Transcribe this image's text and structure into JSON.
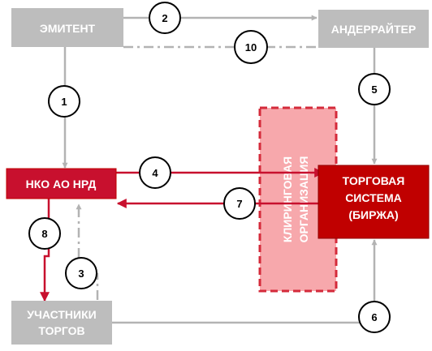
{
  "colors": {
    "gray_box": "#bdbdbd",
    "gray_line": "#b3b3b3",
    "red": "#c8102e",
    "dark_red": "#c00000",
    "pink": "#f7a8ac",
    "pink_border": "#d42a3a",
    "white": "#ffffff",
    "black": "#000000"
  },
  "boxes": {
    "issuer": "ЭМИТЕНТ",
    "underwriter": "АНДЕРРАЙТЕР",
    "nrd": "НКО АО НРД",
    "exchange": [
      "ТОРГОВАЯ",
      "СИСТЕМА",
      "(БИРЖА)"
    ],
    "participants": [
      "УЧАСТНИКИ",
      "ТОРГОВ"
    ],
    "clearing": [
      "КЛИРИНГОВАЯ",
      "ОРГАНИЗАЦИЯ"
    ]
  },
  "steps": {
    "s1": "1",
    "s2": "2",
    "s3": "3",
    "s4": "4",
    "s5": "5",
    "s6": "6",
    "s7": "7",
    "s8": "8",
    "s10": "10"
  }
}
